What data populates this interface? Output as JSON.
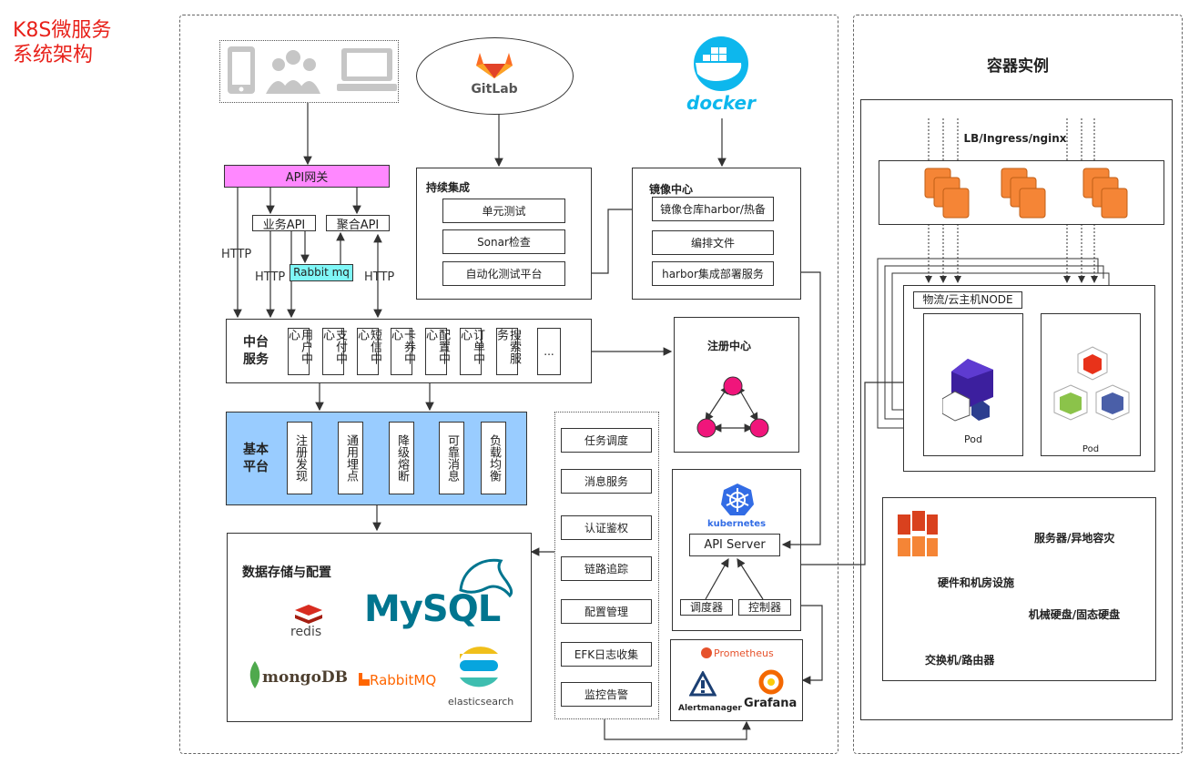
{
  "title": {
    "line1": "K8S微服务",
    "line2": "系统架构"
  },
  "logos": {
    "gitlab": "GitLab",
    "docker": "docker",
    "kubernetes": "kubernetes",
    "prometheus": "Prometheus",
    "alertmanager": "Alertmanager",
    "grafana": "Grafana",
    "mysql": "MySQL",
    "redis": "redis",
    "mongodb": "mongoDB",
    "rabbitmq_logo": "RabbitMQ",
    "elasticsearch": "elasticsearch"
  },
  "gateway": {
    "api_gateway": "API网关",
    "biz_api": "业务API",
    "agg_api": "聚合API",
    "rabbitmq": "Rabbit mq",
    "http1": "HTTP",
    "http2": "HTTP",
    "http3": "HTTP"
  },
  "ci": {
    "title": "持续集成",
    "items": [
      "单元测试",
      "Sonar检查",
      "自动化测试平台"
    ]
  },
  "registry": {
    "title": "镜像中心",
    "items": [
      "镜像仓库harbor/热备",
      "编排文件",
      "harbor集成部署服务"
    ]
  },
  "middle": {
    "title": "中台服务",
    "items": [
      "用户中心",
      "支付中心",
      "短信中心",
      "卡券中心",
      "配置中心",
      "订单中心",
      "搜索服务",
      "..."
    ]
  },
  "base": {
    "title": "基本平台",
    "items": [
      "注册发现",
      "通用埋点",
      "降级熔断",
      "可靠消息",
      "负载均衡"
    ]
  },
  "storage": {
    "title": "数据存储与配置"
  },
  "ops": {
    "items": [
      "任务调度",
      "消息服务",
      "认证鉴权",
      "链路追踪",
      "配置管理",
      "EFK日志收集",
      "监控告警"
    ]
  },
  "registry_center": {
    "title": "注册中心"
  },
  "k8s": {
    "api_server": "API Server",
    "scheduler": "调度器",
    "controller": "控制器"
  },
  "container": {
    "title": "容器实例",
    "lb": "LB/Ingress/nginx",
    "node": "物流/云主机NODE",
    "pod1": "Pod",
    "pod2": "Pod",
    "infra": [
      "服务器/异地容灾",
      "硬件和机房设施",
      "机械硬盘/固态硬盘",
      "交换机/路由器"
    ]
  },
  "colors": {
    "gateway": "#ff88ff",
    "rabbit": "#7ff7f7",
    "base": "#99ccff",
    "pink": "#f0157b",
    "aws": "#f58536",
    "title": "#e8211a"
  }
}
